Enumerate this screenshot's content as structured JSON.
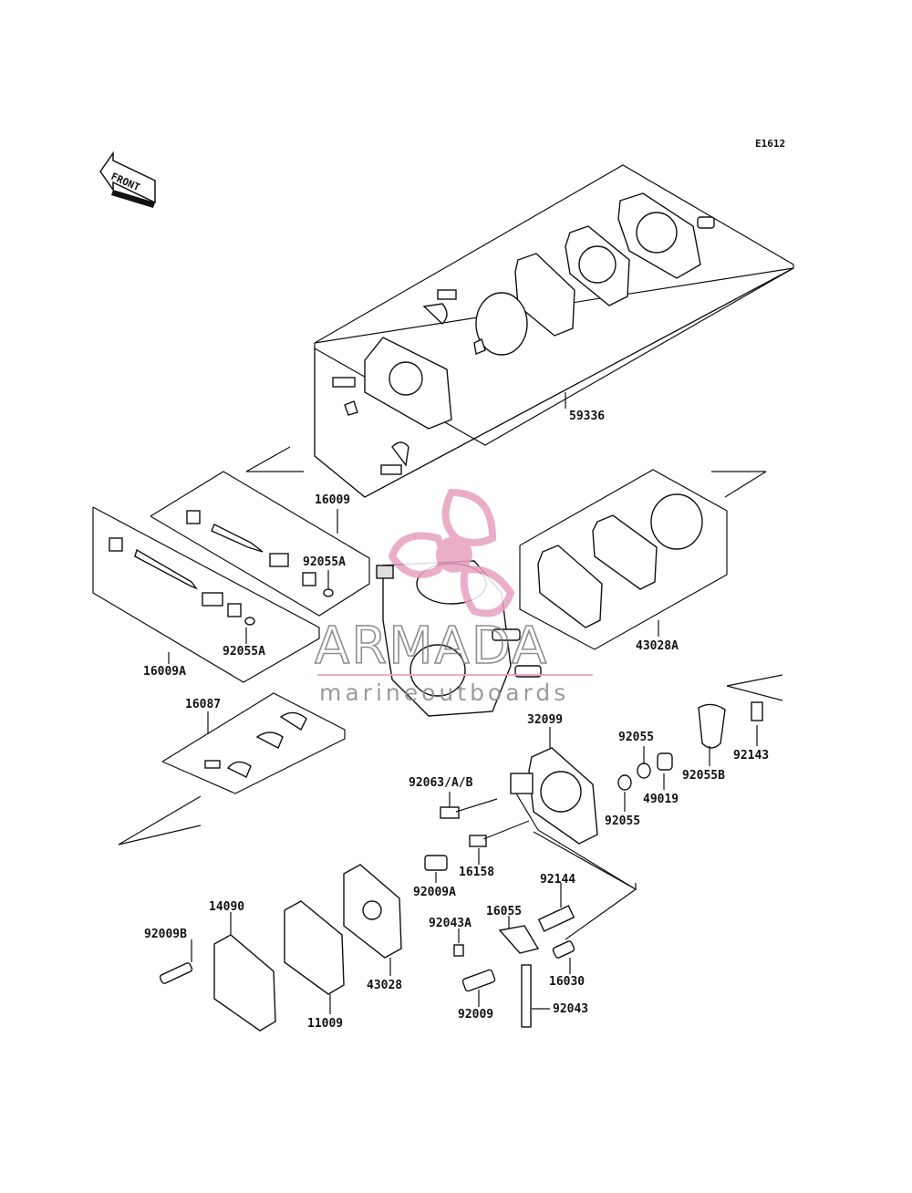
{
  "diagram_code": "E1612",
  "front_arrow_label": "FRONT",
  "watermark": {
    "brand": "ARMADA",
    "tagline": "marineoutboards",
    "accent_color": "#e8a0c0"
  },
  "parts": [
    "59336",
    "16009",
    "92055A",
    "16009A",
    "92055A",
    "43028A",
    "16087",
    "32099",
    "92055",
    "92143",
    "92063/A/B",
    "49019",
    "92055B",
    "92055",
    "16158",
    "92009A",
    "92144",
    "14090",
    "92043A",
    "16055",
    "92009B",
    "43028",
    "16030",
    "11009",
    "92009",
    "92043"
  ]
}
